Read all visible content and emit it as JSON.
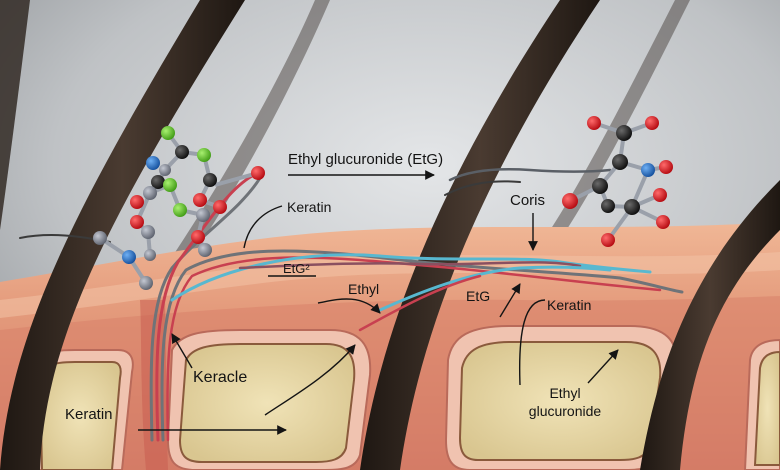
{
  "labels": {
    "etg_title": "Ethyl glucuronide (EtG)",
    "keratin_top": "Keratin",
    "etg2": "EtG²",
    "coris": "Coris",
    "ethyl": "Ethyl",
    "etg_mid": "EtG",
    "keratin_right": "Keratin",
    "keracle": "Keracle",
    "keratin_left": "Keratin",
    "ethyl_glucuronide_line1": "Ethyl",
    "ethyl_glucuronide_line2": "glucuronide"
  },
  "colors": {
    "background": "#9a9ea2",
    "skin_surface": "#e6a583",
    "dermis": "#d8826a",
    "follicle_fill": "#e6d7a7",
    "hair_shaft": "#3a2e26",
    "strand_red": "#c84050",
    "strand_blue": "#58b8d0",
    "strand_gray": "#6f7378",
    "atom_red": "#d8141c",
    "atom_green": "#5cc424",
    "atom_blue": "#2070c8",
    "atom_black": "#1c1c1c",
    "atom_gray": "#7d8290"
  }
}
